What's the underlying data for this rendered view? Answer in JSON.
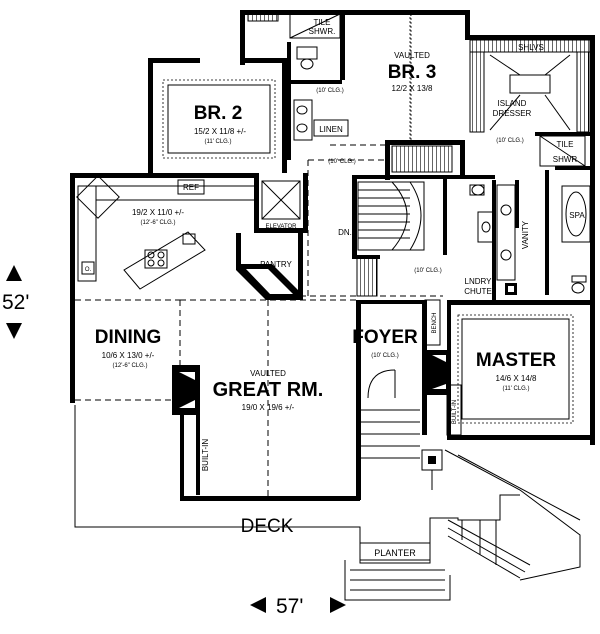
{
  "rooms": {
    "br2": {
      "name": "BR. 2",
      "dims": "15/2  X  11/8 +/-",
      "clg": "(11' CLG.)"
    },
    "br3": {
      "prefix": "VAULTED",
      "name": "BR. 3",
      "dims": "12/2  X  13/8"
    },
    "tile_shwr_top": {
      "line1": "TILE",
      "line2": "SHWR."
    },
    "linen": "LINEN",
    "shlvs": "SHLVS",
    "island_dresser": {
      "line1": "ISLAND",
      "line2": "DRESSER",
      "clg": "(10' CLG.)"
    },
    "tile_shwr_master": {
      "line1": "TILE",
      "line2": "SHWR"
    },
    "spa": "SPA",
    "vanity": "VANITY",
    "kitchen": {
      "dims": "19/2  X  11/0 +/-",
      "clg": "(12'-6\" CLG.)"
    },
    "ref": "REF",
    "elevator": "ELEVATOR",
    "pantry": "PANTRY",
    "dn": "DN.",
    "lndry_chute": {
      "line1": "LNDRY",
      "line2": "CHUTE"
    },
    "dining": {
      "name": "DINING",
      "dims": "10/6  X  13/0 +/-",
      "clg": "(12'-6\" CLG.)"
    },
    "great_rm": {
      "prefix": "VAULTED",
      "name": "GREAT RM.",
      "dims": "19/0  X  19/6 +/-"
    },
    "foyer": {
      "name": "FOYER",
      "clg": "(10' CLG.)"
    },
    "bench": "BENCH",
    "master": {
      "name": "MASTER",
      "dims": "14/6  X  14/8",
      "clg": "(11' CLG.)"
    },
    "built_in_left": "BUILT-IN",
    "built_in_right": "BUILT-IN",
    "deck": "DECK",
    "planter": "PLANTER",
    "clg_10_a": "(10' CLG.)",
    "clg_10_b": "(10' CLG.)",
    "clg_10_c": "(10' CLG.)",
    "o_label": "O."
  },
  "dimensions": {
    "height": "52'",
    "width": "57'"
  }
}
